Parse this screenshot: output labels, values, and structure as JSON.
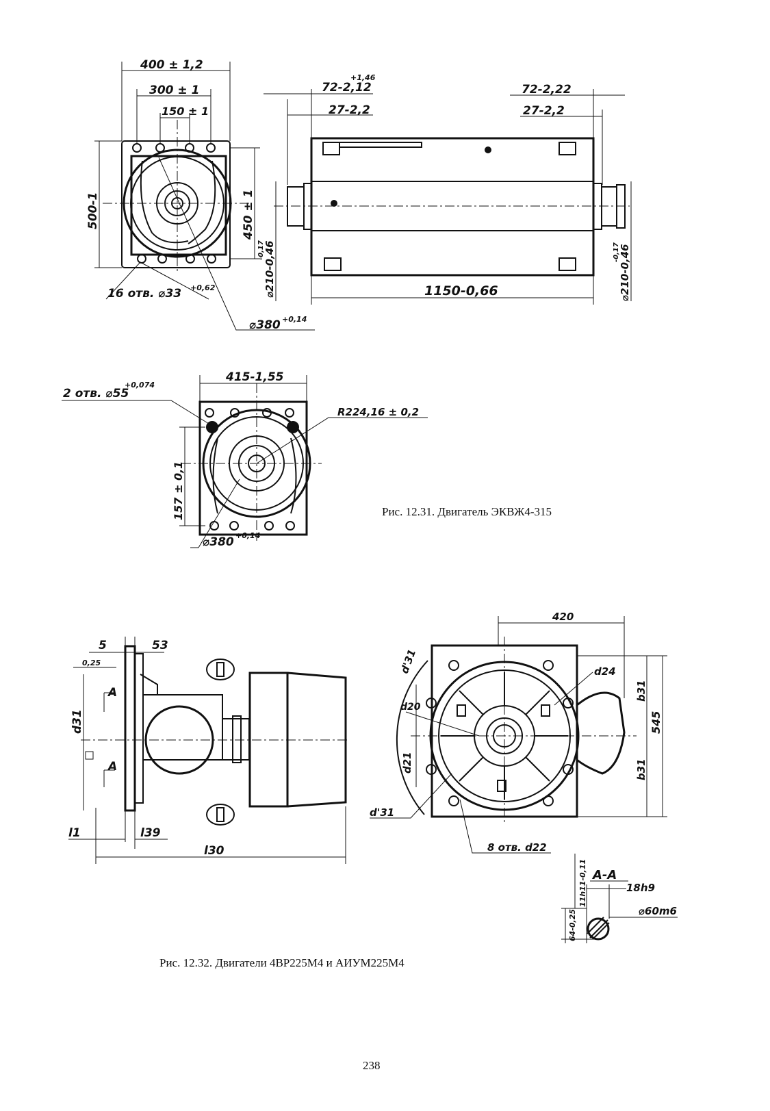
{
  "page": {
    "number": "238"
  },
  "figures": [
    {
      "id": "fig-12-31",
      "caption": "Рис. 12.31. Двигатель ЭКВЖ4-315",
      "dimensions": {
        "flange_width": "400 ± 1,2",
        "hole_spacing_300": "300 ± 1",
        "hole_spacing_150": "150 ± 1",
        "height_500": "500-1",
        "height_450": "450 ± 1",
        "holes_16": "16 отв. ⌀33",
        "holes_16_tol": "+0,62",
        "bore_380": "⌀380",
        "bore_380_tol": "+0,14",
        "length_1150": "1150-0,66",
        "left_72": "72-2,12",
        "left_72_tol": "+1,46",
        "left_27": "27-2,2",
        "right_72": "72-2,22",
        "right_27": "27-2,2",
        "shaft_left": "⌀210-0,46",
        "shaft_left_tol": "-0,17",
        "shaft_right": "⌀210-0,46",
        "shaft_right_tol": "-0,17",
        "width_415": "415-1,55",
        "holes_2": "2 отв. ⌀55",
        "holes_2_tol": "+0,074",
        "radius": "R224,16 ± 0,2",
        "height_157": "157 ± 0,1",
        "bore_380_b": "⌀380",
        "bore_380_b_tol": "+0,14"
      }
    },
    {
      "id": "fig-12-32",
      "caption": "Рис. 12.32. Двигатели 4ВР225М4 и АИУМ225М4",
      "dimensions": {
        "d5": "5",
        "d53": "53",
        "tol_box": "0,25",
        "d31": "d31",
        "l1": "l1",
        "l39": "l39",
        "l30": "l30",
        "section_mark": "A",
        "d420": "420",
        "d545": "545",
        "b31_top": "b31",
        "b31_bot": "b31",
        "d24": "d24",
        "d20": "d20",
        "d21": "d21",
        "d31p_top": "d'31",
        "d31p_bot": "d'31",
        "d22": "8 отв. d22",
        "section_title": "A-A",
        "key_width": "18h9",
        "shaft": "⌀60m6",
        "shaft_depth": "11h11-0,11",
        "key_depth": "64-0,25"
      }
    }
  ]
}
